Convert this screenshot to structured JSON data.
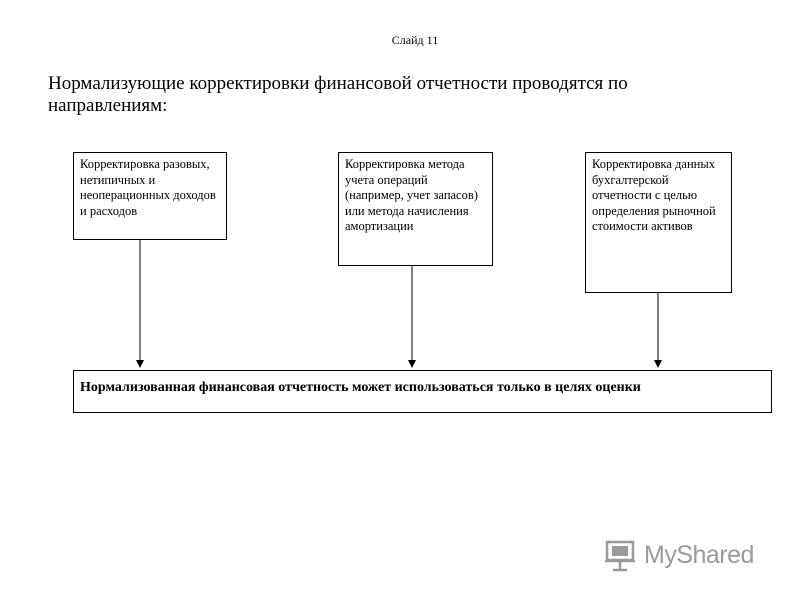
{
  "slide": {
    "label": "Слайд 11",
    "heading": "Нормализующие корректировки финансовой отчетности проводятся по направлениям:"
  },
  "boxes": [
    {
      "text": "Корректировка разовых, нетипичных и неоперационных доходов и расходов"
    },
    {
      "text": "Корректировка метода учета операций (например, учет запасов) или метода начисления амортизации"
    },
    {
      "text": "Корректировка данных бухгалтерской отчетности с целью определения рыночной стоимости активов"
    }
  ],
  "result": {
    "text": "Нормализованная финансовая отчетность может использоваться только в целях оценки"
  },
  "watermark": {
    "text": "MyShared",
    "color": "#9a9a9a",
    "icon": "presentation-board-icon"
  }
}
